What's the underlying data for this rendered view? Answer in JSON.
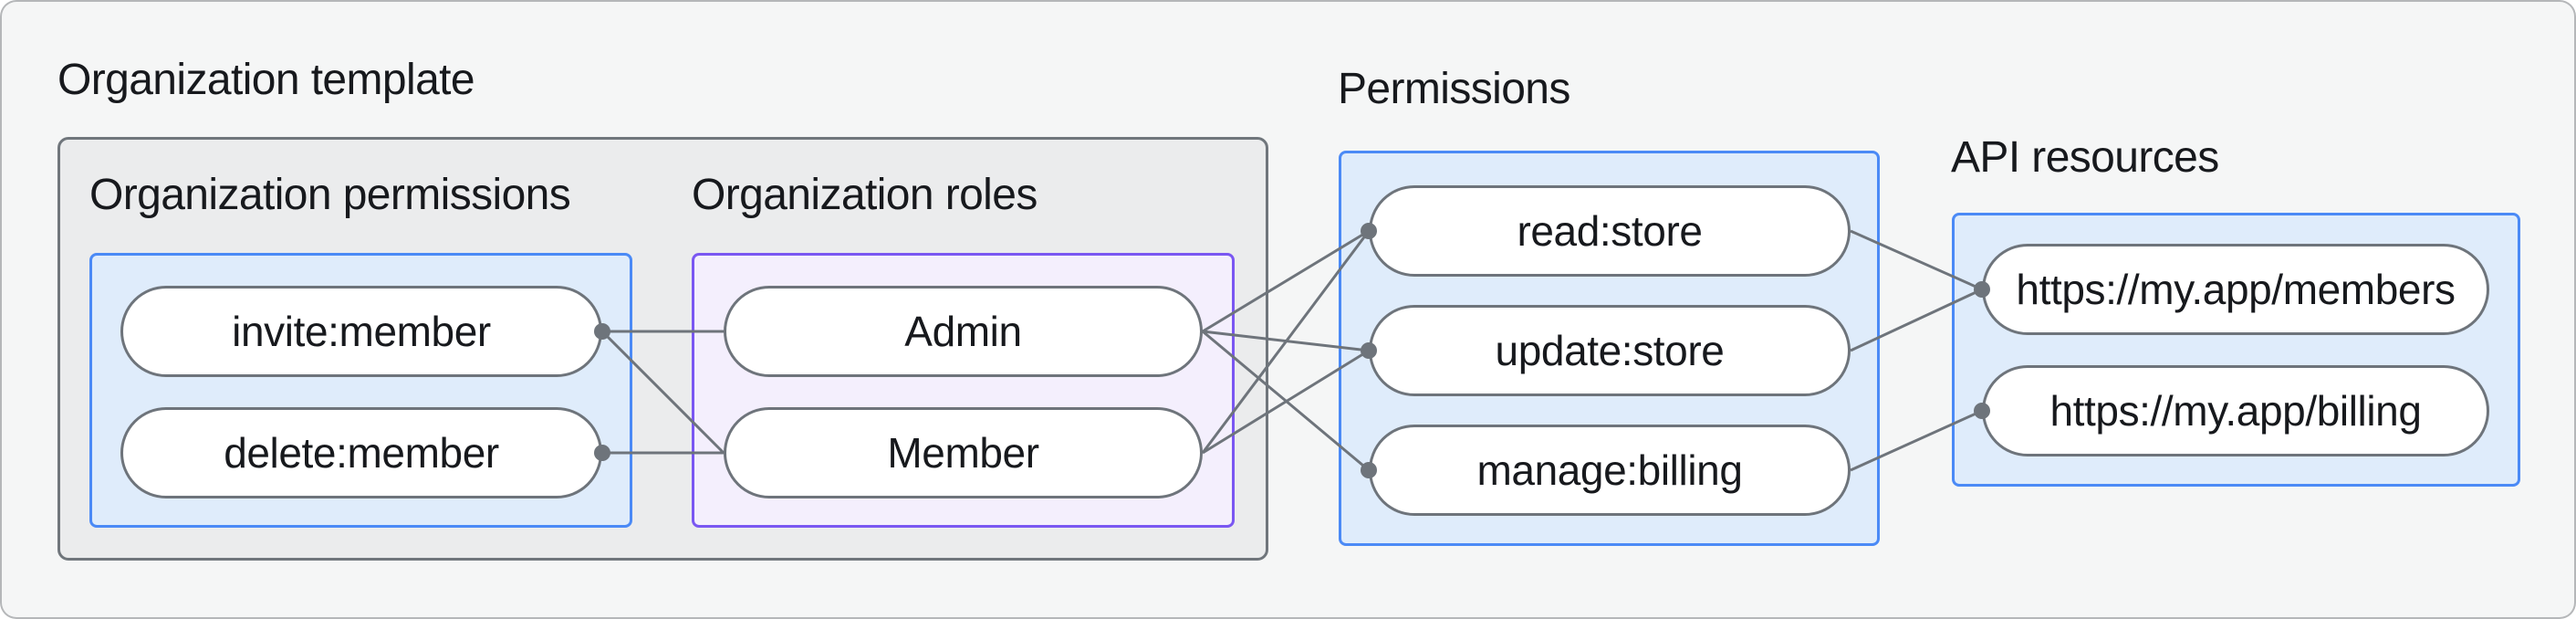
{
  "diagram": {
    "background": "#F5F6F6",
    "groups": {
      "organization_template": {
        "title": "Organization template"
      },
      "organization_permissions": {
        "title": "Organization permissions",
        "border_color": "#4B8AF6",
        "fill_color": "#DFECFB"
      },
      "organization_roles": {
        "title": "Organization roles",
        "border_color": "#7A57F2",
        "fill_color": "#F4EFFD"
      },
      "permissions": {
        "title": "Permissions",
        "border_color": "#4B8AF6",
        "fill_color": "#DFECFB"
      },
      "api_resources": {
        "title": "API resources",
        "border_color": "#4B8AF6",
        "fill_color": "#DFECFB"
      }
    },
    "nodes": [
      {
        "id": "invite",
        "label": "invite:member",
        "group": "organization_permissions"
      },
      {
        "id": "delete",
        "label": "delete:member",
        "group": "organization_permissions"
      },
      {
        "id": "admin",
        "label": "Admin",
        "group": "organization_roles"
      },
      {
        "id": "member",
        "label": "Member",
        "group": "organization_roles"
      },
      {
        "id": "read",
        "label": "read:store",
        "group": "permissions"
      },
      {
        "id": "update",
        "label": "update:store",
        "group": "permissions"
      },
      {
        "id": "manage",
        "label": "manage:billing",
        "group": "permissions"
      },
      {
        "id": "members_api",
        "label": "https://my.app/members",
        "group": "api_resources"
      },
      {
        "id": "billing_api",
        "label": "https://my.app/billing",
        "group": "api_resources"
      }
    ],
    "edges": [
      {
        "from": "invite",
        "to": "admin"
      },
      {
        "from": "invite",
        "to": "member"
      },
      {
        "from": "delete",
        "to": "member"
      },
      {
        "from": "admin",
        "to": "read"
      },
      {
        "from": "admin",
        "to": "update"
      },
      {
        "from": "admin",
        "to": "manage"
      },
      {
        "from": "member",
        "to": "read"
      },
      {
        "from": "member",
        "to": "update"
      },
      {
        "from": "read",
        "to": "members_api"
      },
      {
        "from": "update",
        "to": "members_api"
      },
      {
        "from": "manage",
        "to": "billing_api"
      }
    ],
    "colors": {
      "line": "#6E747B",
      "dot": "#6E747B",
      "pill_border": "#6E747B",
      "pill_fill": "#FFFFFF",
      "text": "#17191D",
      "container_fill": "#EBECED",
      "container_border": "#70767C"
    }
  }
}
